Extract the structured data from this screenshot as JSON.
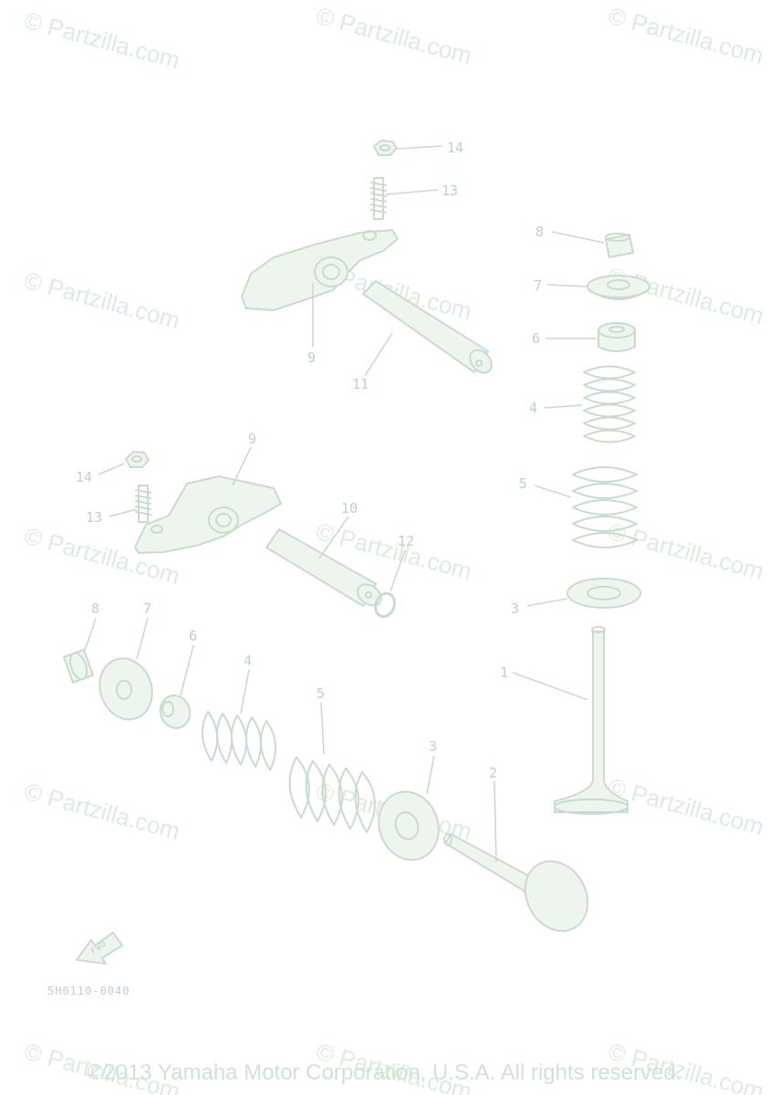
{
  "watermark": "© Partzilla.com",
  "diagram_code": "5H0110-0040",
  "fwd_label": "FWD",
  "copyright": "©2013 Yamaha Motor Corporation, U.S.A. All rights reserved.",
  "callouts": {
    "n1": "1",
    "n2": "2",
    "n3a": "3",
    "n3b": "3",
    "n4a": "4",
    "n4b": "4",
    "n5a": "5",
    "n5b": "5",
    "n6a": "6",
    "n6b": "6",
    "n7a": "7",
    "n7b": "7",
    "n8a": "8",
    "n8b": "8",
    "n9a": "9",
    "n9b": "9",
    "n10": "10",
    "n11": "11",
    "n12": "12",
    "n13a": "13",
    "n13b": "13",
    "n14a": "14",
    "n14b": "14"
  }
}
